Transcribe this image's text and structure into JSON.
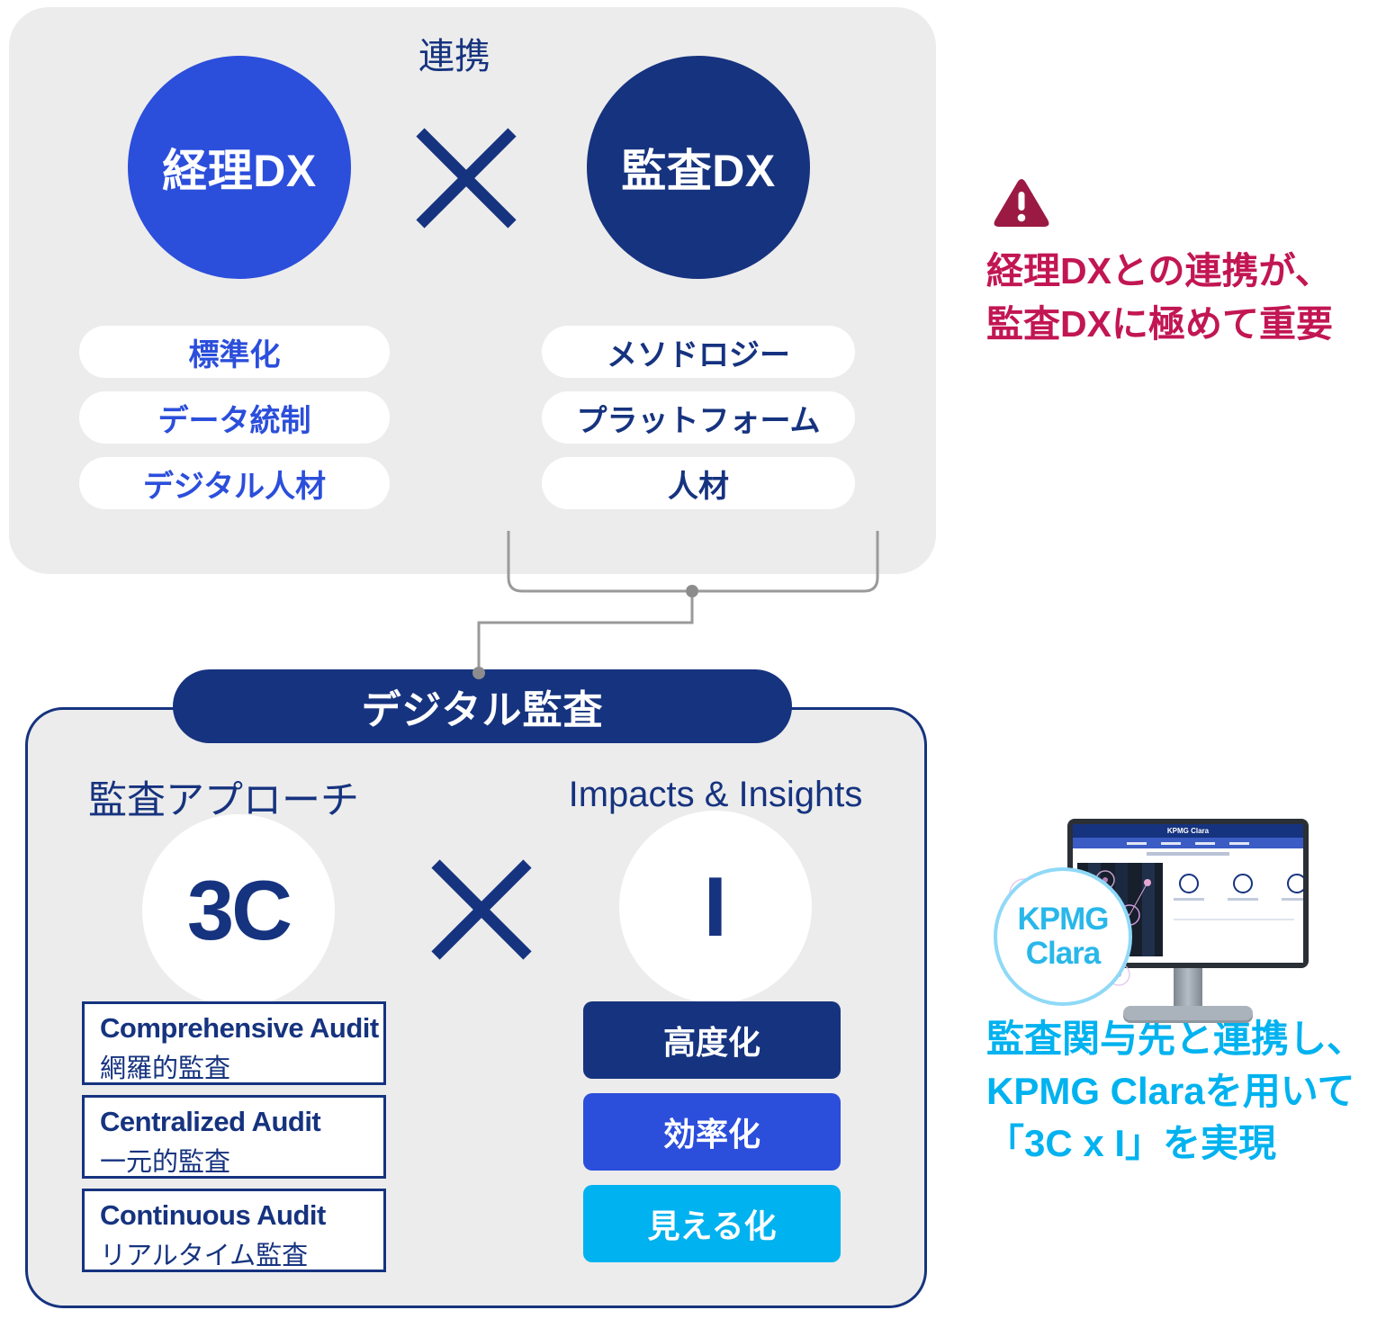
{
  "top_panel": {
    "link_label": "連携",
    "left_circle_label": "経理DX",
    "right_circle_label": "監査DX",
    "left_pills": [
      "標準化",
      "データ統制",
      "デジタル人材"
    ],
    "right_pills": [
      "メソドロジー",
      "プラットフォーム",
      "人材"
    ]
  },
  "warning_note": {
    "line1": "経理DXとの連携が、",
    "line2": "監査DXに極めて重要"
  },
  "digital_audit": {
    "title": "デジタル監査",
    "left_heading": "監査アプローチ",
    "right_heading": "Impacts & Insights",
    "left_circle_label": "3C",
    "right_circle_label": "I",
    "audit_types": [
      {
        "en": "Comprehensive Audit",
        "ja": "網羅的監査"
      },
      {
        "en": "Centralized Audit",
        "ja": "一元的監査"
      },
      {
        "en": "Continuous Audit",
        "ja": "リアルタイム監査"
      }
    ],
    "impact_boxes": [
      {
        "label": "高度化",
        "color": "#16337f"
      },
      {
        "label": "効率化",
        "color": "#2b4edb"
      },
      {
        "label": "見える化",
        "color": "#00b2ef"
      }
    ]
  },
  "clara_note": {
    "monitor_header": "KPMG Clara",
    "badge": {
      "line1": "KPMG",
      "line2": "Clara"
    },
    "caption_lines": [
      "監査関与先と連携し、",
      "KPMG Claraを用いて",
      "「3C x I」を実現"
    ]
  },
  "colors": {
    "bright_blue": "#2b4edb",
    "navy": "#16337f",
    "cyan": "#00b2ef",
    "light_blue_border": "#8fd9f7",
    "warning_text": "#c21653",
    "warning_triangle": "#9b1a44",
    "panel_gray": "#ececec",
    "connector_gray": "#9a9a9a"
  }
}
